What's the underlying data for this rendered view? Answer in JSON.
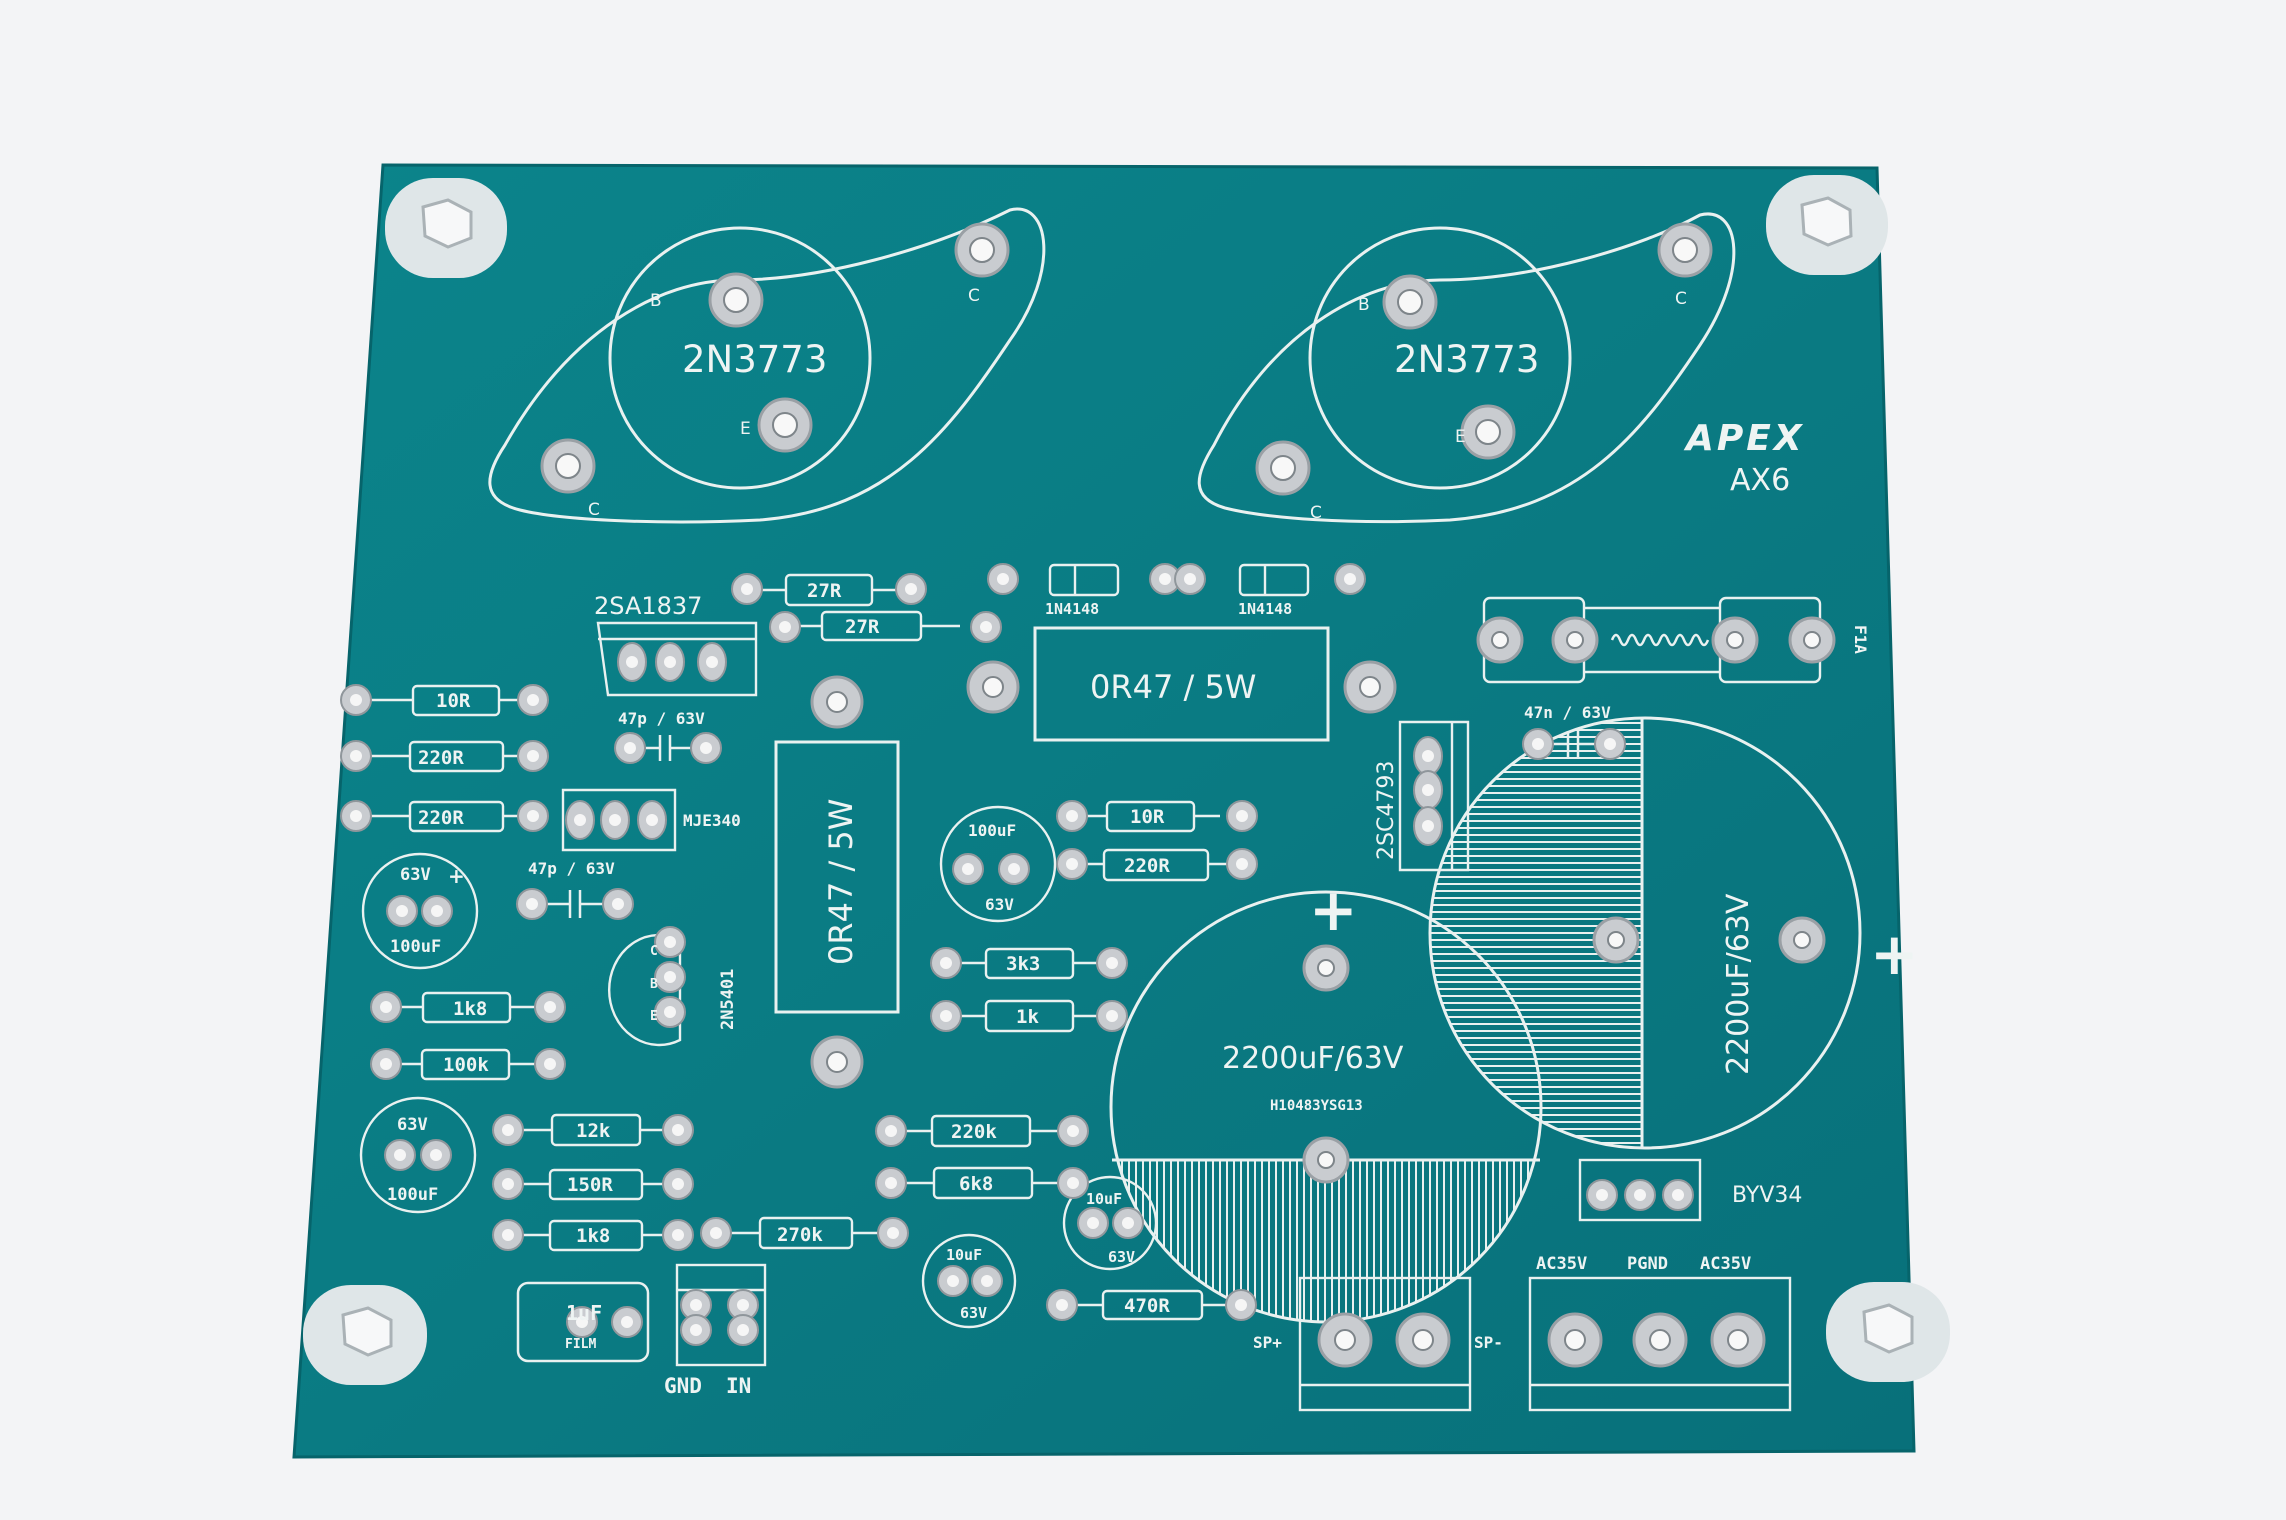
{
  "board": {
    "brand": "APEX",
    "model": "AX6",
    "colors": {
      "mask": "#0a7f86",
      "mask_edge": "#086f76",
      "silk": "#e9f1f0",
      "pad": "#c9ccd0",
      "background": "#f3f4f6"
    }
  },
  "labels": {
    "q1_part": "2N3773",
    "q1_b": "B",
    "q1_e": "E",
    "q1_c_top": "C",
    "q1_c_bottom": "C",
    "q2_part": "2N3773",
    "q2_b": "B",
    "q2_e": "E",
    "q2_c_top": "C",
    "q2_c_bottom": "C",
    "q_2sa1837": "2SA1837",
    "r_27r_a": "27R",
    "r_27r_b": "27R",
    "d_1n4148_a": "1N4148",
    "d_1n4148_b": "1N4148",
    "r_0r47_h": "0R47 / 5W",
    "r_0r47_v": "0R47 / 5W",
    "fuse_label": "F1A",
    "r_10r_a": "10R",
    "r_220r_a": "220R",
    "r_220r_b": "220R",
    "c_47p_a": "47p / 63V",
    "c_47p_b": "47p / 63V",
    "q_mje340": "MJE340",
    "c_100uf_a_v": "63V",
    "c_100uf_a": "100uF",
    "c_100uf_b_v": "63V",
    "c_100uf_b": "100uF",
    "c_100uf_c_top": "100uF",
    "c_100uf_c_v": "63V",
    "q_2n5401": "2N5401",
    "q_2n5401_c": "C",
    "q_2n5401_b": "B",
    "q_2n5401_e": "E",
    "r_1k8_a": "1k8",
    "r_100k": "100k",
    "r_10r_b": "10R",
    "r_220r_c": "220R",
    "r_3k3": "3k3",
    "r_1k": "1k",
    "q_2sc4793": "2SC4793",
    "c_47n": "47n / 63V",
    "cap_big_a": "2200uF/63V",
    "cap_big_a_code": "H10483YSG13",
    "cap_big_b": "2200uF/63V",
    "plus_a": "+",
    "plus_b": "+",
    "plus_small": "+",
    "r_12k": "12k",
    "r_150r": "150R",
    "r_1k8_b": "1k8",
    "r_270k": "270k",
    "r_220k": "220k",
    "r_6k8": "6k8",
    "r_470r": "470R",
    "c_10uf_a_top": "10uF",
    "c_10uf_a_v": "63V",
    "c_10uf_b_top": "10uF",
    "c_10uf_b_v": "63V",
    "c_1uf": "1uF",
    "c_1uf_film": "FILM",
    "gnd": "GND",
    "in": "IN",
    "sp_plus": "SP+",
    "sp_minus": "SP-",
    "ac35v_a": "AC35V",
    "pgnd": "PGND",
    "ac35v_b": "AC35V",
    "byv34": "BYV34"
  }
}
